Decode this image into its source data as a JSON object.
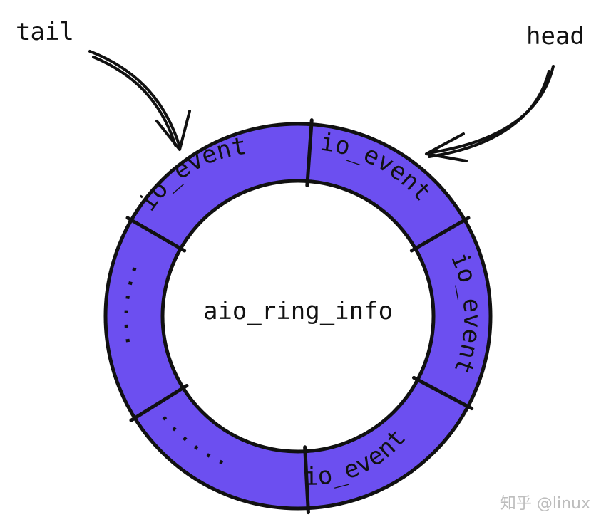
{
  "colors": {
    "ring_fill": "#6c4ff0",
    "outline": "#111111",
    "background": "#ffffff",
    "watermark": "#bdbdbd"
  },
  "labels": {
    "tail": "tail",
    "head": "head",
    "center": "aio_ring_info"
  },
  "segments": [
    {
      "label": "io_event"
    },
    {
      "label": "io_event"
    },
    {
      "label": "io_event"
    },
    {
      "label": "io_event"
    },
    {
      "label": "......"
    },
    {
      "label": "......"
    }
  ],
  "watermark": "知乎 @linux"
}
